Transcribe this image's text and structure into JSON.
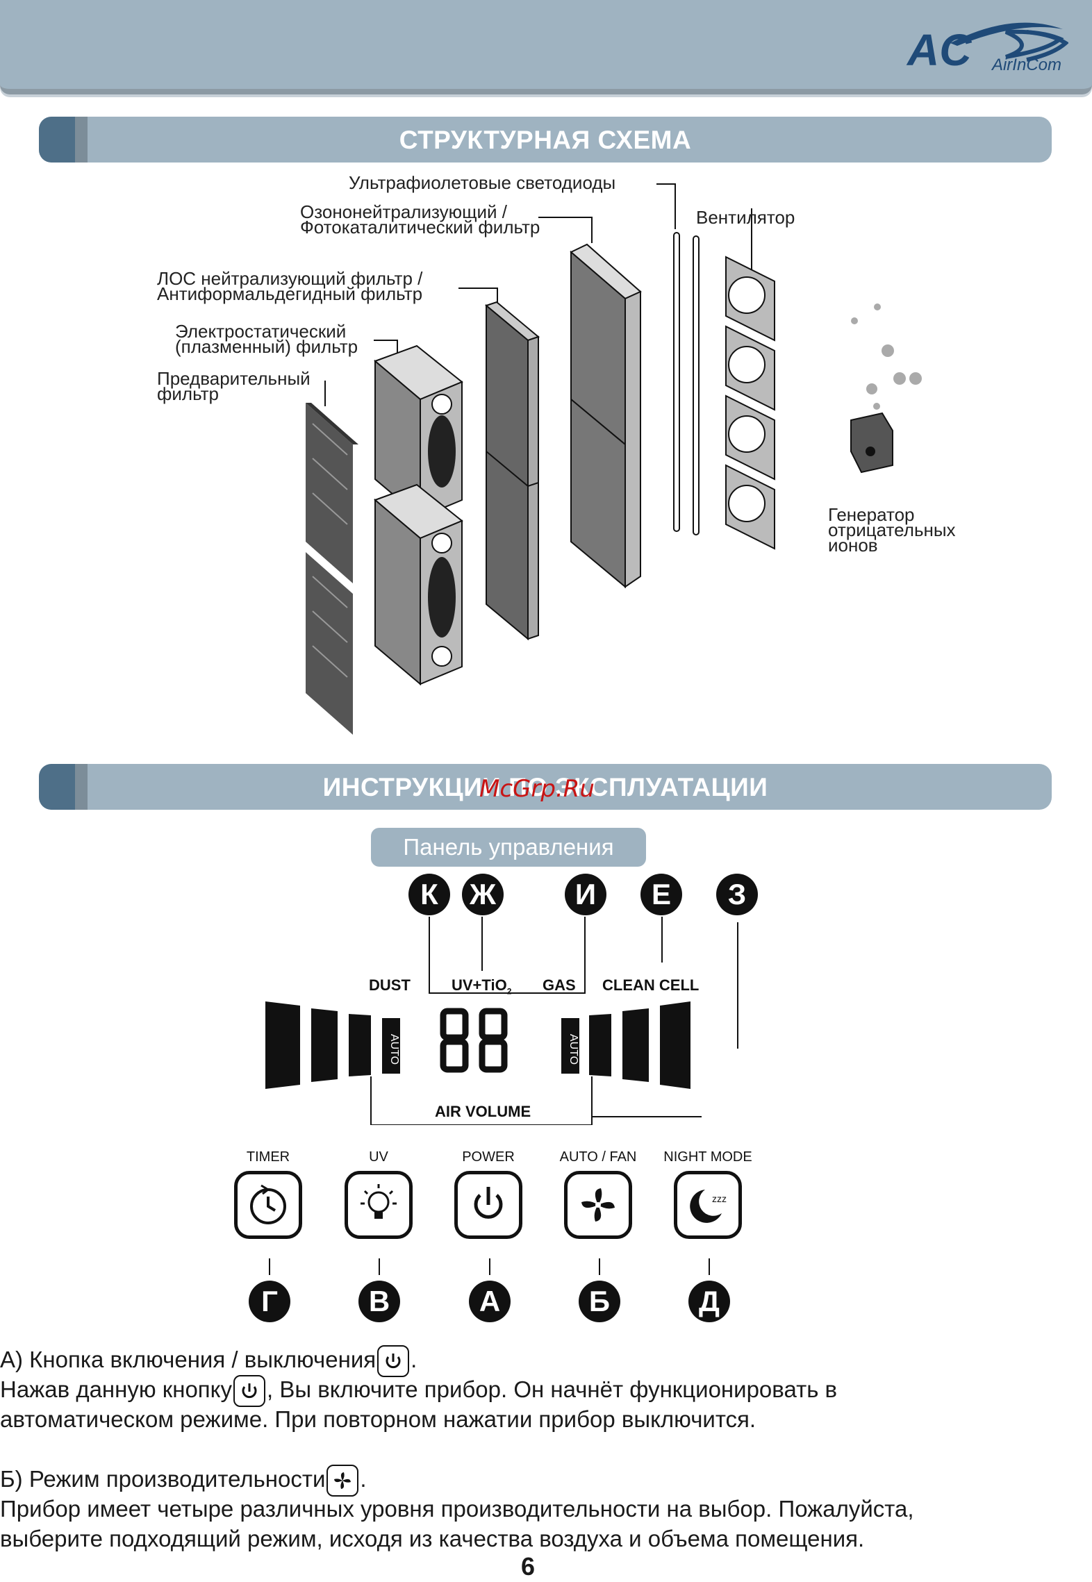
{
  "header": {
    "brand": "AirInCom",
    "brand_mark": "AC",
    "colors": {
      "band": "#9fb3c1",
      "cap": "#4e6f88",
      "logo": "#1f4a78"
    }
  },
  "section1": {
    "title": "СТРУКТУРНАЯ СХЕМА",
    "labels": {
      "uv_leds": "Ультрафиолетовые светодиоды",
      "ozone_filter": "Озононейтрализующий /\nФотокаталитический фильтр",
      "fan": "Вентилятор",
      "voc_filter": "ЛОС нейтрализующий фильтр /\nАнтиформальдегидный фильтр",
      "electrostatic": "Электростатический\n(плазменный) фильтр",
      "prefilter": "Предварительный\nфильтр",
      "ion_generator": "Генератор\nотрицательных\nионов"
    }
  },
  "section2": {
    "title": "ИНСТРУКЦИИ ПО ЭКСПЛУАТАЦИИ",
    "panel_title": "Панель управления",
    "top_badges": [
      "К",
      "Ж",
      "И",
      "Е",
      "З"
    ],
    "indicators": {
      "dust": "DUST",
      "uv_tio2": "UV+TiO",
      "uv_tio2_sub": "2",
      "gas": "GAS",
      "clean_cell": "CLEAN CELL"
    },
    "display": {
      "digits": "88",
      "auto_left": "AUTO",
      "auto_right": "AUTO",
      "air_volume": "AIR VOLUME"
    },
    "buttons": [
      {
        "label": "TIMER",
        "badge": "Г",
        "icon": "timer-icon"
      },
      {
        "label": "UV",
        "badge": "В",
        "icon": "bulb-icon"
      },
      {
        "label": "POWER",
        "badge": "А",
        "icon": "power-icon"
      },
      {
        "label": "AUTO / FAN",
        "badge": "Б",
        "icon": "fan-icon"
      },
      {
        "label": "NIGHT MODE",
        "badge": "Д",
        "icon": "moon-icon"
      }
    ]
  },
  "text": {
    "a_title_before": "А) Кнопка включения / выключения",
    "a_title_after": ".",
    "a_line1_before": "Нажав данную кнопку",
    "a_line1_after": ", Вы включите прибор. Он начнёт функционировать в",
    "a_line2": "автоматическом режиме. При повторном нажатии прибор выключится.",
    "b_title_before": "Б) Режим производительности",
    "b_title_after": ".",
    "b_line1": "Прибор имеет четыре различных уровня производительности на выбор. Пожалуйста,",
    "b_line2": "выберите подходящий режим, исходя из качества воздуха и объема помещения."
  },
  "watermark": "McGrp.Ru",
  "page_number": "6"
}
